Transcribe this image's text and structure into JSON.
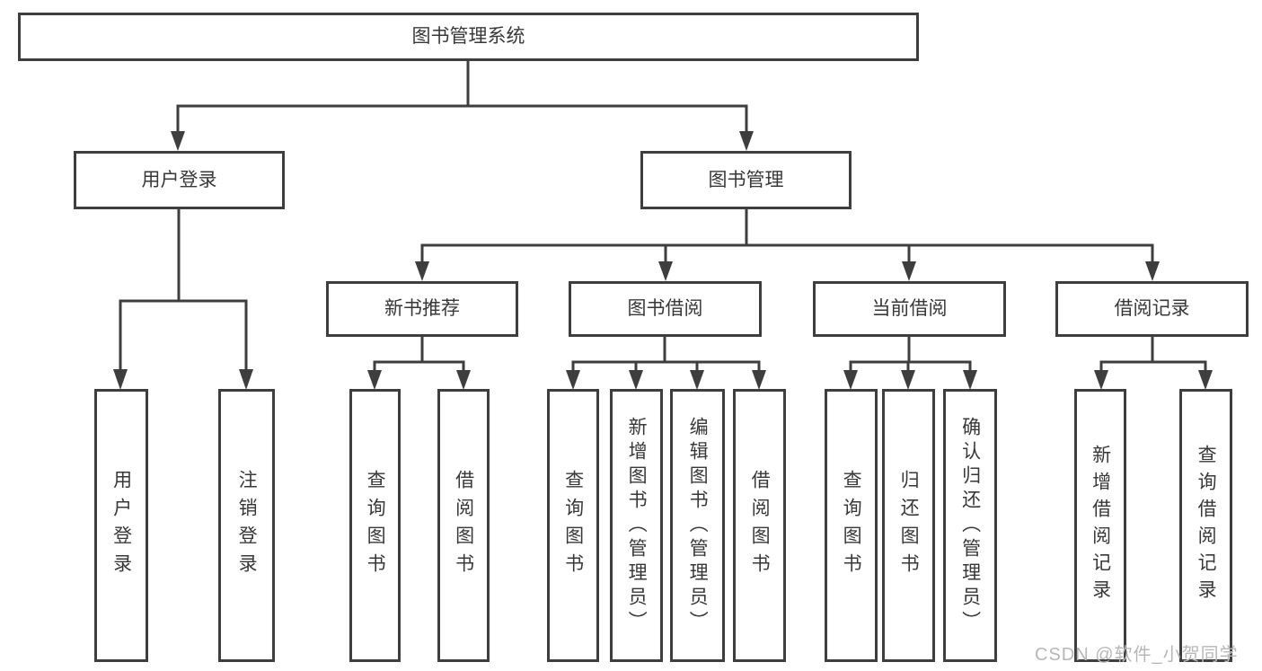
{
  "tree": {
    "root": {
      "label": "图书管理系统"
    },
    "children": [
      {
        "label": "用户登录",
        "children": [
          {
            "label": "用户登录"
          },
          {
            "label": "注销登录"
          }
        ]
      },
      {
        "label": "图书管理",
        "children": [
          {
            "label": "新书推荐",
            "children": [
              {
                "label": "查询图书"
              },
              {
                "label": "借阅图书"
              }
            ]
          },
          {
            "label": "图书借阅",
            "children": [
              {
                "label": "查询图书"
              },
              {
                "label": "新增图书（管理员）"
              },
              {
                "label": "编辑图书（管理员）"
              },
              {
                "label": "借阅图书"
              }
            ]
          },
          {
            "label": "当前借阅",
            "children": [
              {
                "label": "查询图书"
              },
              {
                "label": "归还图书"
              },
              {
                "label": "确认归还（管理员）"
              }
            ]
          },
          {
            "label": "借阅记录",
            "children": [
              {
                "label": "新增借阅记录"
              },
              {
                "label": "查询借阅记录"
              }
            ]
          }
        ]
      }
    ]
  },
  "watermark": "CSDN @软件_小贺同学",
  "colors": {
    "line": "#3e3e3e",
    "text": "#383838",
    "watermark": "#b7b7b7",
    "background": "#ffffff"
  }
}
